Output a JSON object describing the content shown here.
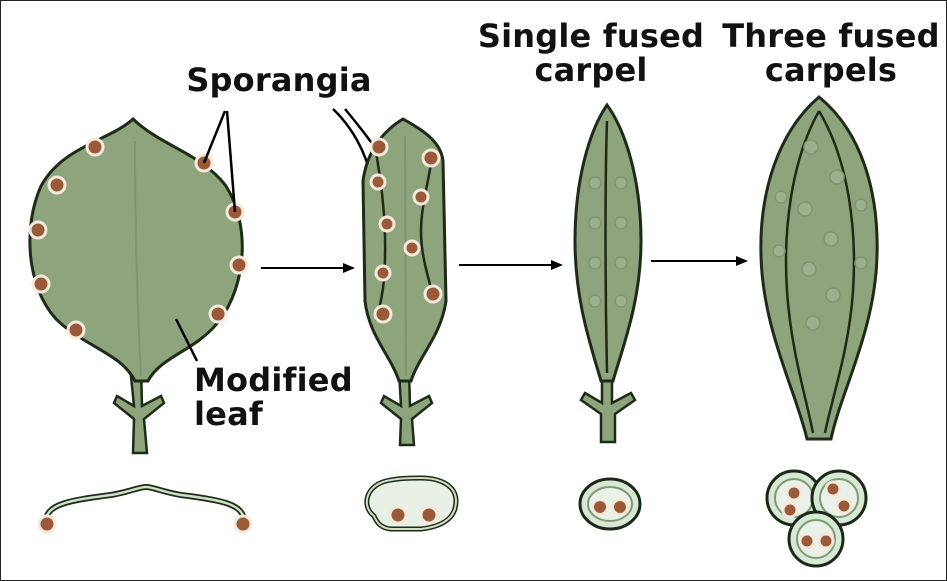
{
  "labels": {
    "sporangia": "Sporangia",
    "modified_leaf_line1": "Modified",
    "modified_leaf_line2": "leaf",
    "single_fused_line1": "Single fused",
    "single_fused_line2": "carpel",
    "three_fused_line1": "Three fused",
    "three_fused_line2": "carpels"
  },
  "colors": {
    "leaf_green": "#8da47c",
    "outline": "#1d2b17",
    "sporangium_brown": "#9a5a3a",
    "cross_section_fill": "#d8e7d6"
  }
}
